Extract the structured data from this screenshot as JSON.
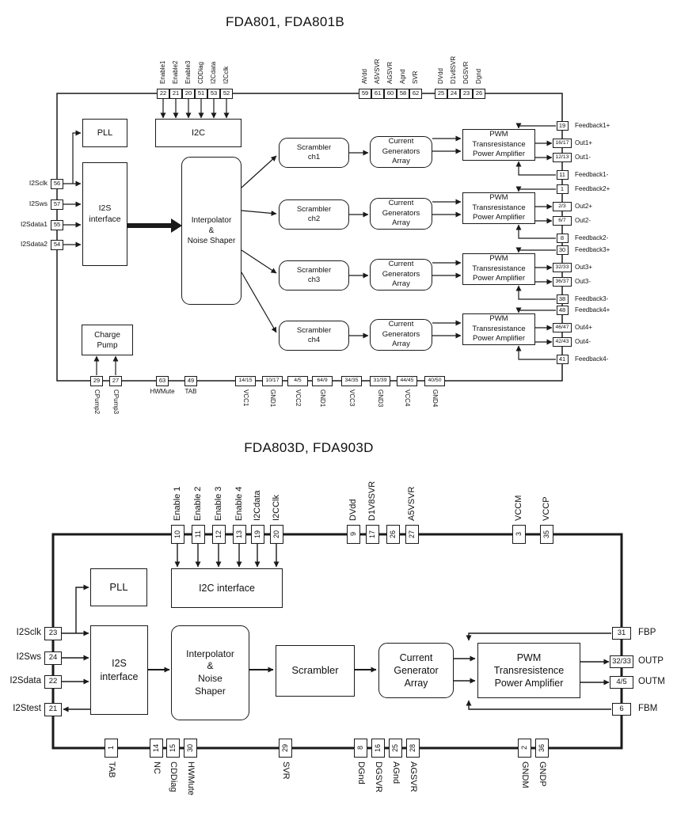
{
  "diagram1": {
    "title": "FDA801, FDA801B",
    "blocks": {
      "pll": "PLL",
      "i2c": "I2C",
      "i2s": [
        "I2S",
        "interface"
      ],
      "interpolator": [
        "Interpolator",
        "&",
        "Noise Shaper"
      ],
      "charge_pump": [
        "Charge",
        "Pump"
      ],
      "scrambler": "Scrambler",
      "current": [
        "Current",
        "Generators",
        "Array"
      ],
      "pwm": [
        "PWM",
        "Transresistance",
        "Power Amplifier"
      ]
    },
    "channels": [
      "ch1",
      "ch2",
      "ch3",
      "ch4"
    ],
    "top_pins": [
      {
        "num": "22",
        "label": "Enable1"
      },
      {
        "num": "21",
        "label": "Enable2"
      },
      {
        "num": "20",
        "label": "Enable3"
      },
      {
        "num": "51",
        "label": "CDDiag"
      },
      {
        "num": "53",
        "label": "I2Cdata"
      },
      {
        "num": "52",
        "label": "I2Cclk"
      },
      {
        "num": "59",
        "label": "AVdd"
      },
      {
        "num": "61",
        "label": "A5VSVR"
      },
      {
        "num": "60",
        "label": "AGSVR"
      },
      {
        "num": "58",
        "label": "Agnd"
      },
      {
        "num": "62",
        "label": "SVR"
      },
      {
        "num": "25",
        "label": "DVdd"
      },
      {
        "num": "24",
        "label": "D1v8SVR"
      },
      {
        "num": "23",
        "label": "DGSVR"
      },
      {
        "num": "26",
        "label": "Dgnd"
      }
    ],
    "left_pins": [
      {
        "num": "56",
        "label": "I2Sclk"
      },
      {
        "num": "57",
        "label": "I2Sws"
      },
      {
        "num": "55",
        "label": "I2Sdata1"
      },
      {
        "num": "54",
        "label": "I2Sdata2"
      }
    ],
    "right_pins": [
      {
        "num": "19",
        "label": "Feedback1+"
      },
      {
        "num": "16/17",
        "label": "Out1+"
      },
      {
        "num": "12/13",
        "label": "Out1-"
      },
      {
        "num": "11",
        "label": "Feedback1-"
      },
      {
        "num": "1",
        "label": "Feedback2+"
      },
      {
        "num": "2/3",
        "label": "Out2+"
      },
      {
        "num": "6/7",
        "label": "Out2-"
      },
      {
        "num": "8",
        "label": "Feedback2-"
      },
      {
        "num": "30",
        "label": "Feedback3+"
      },
      {
        "num": "32/33",
        "label": "Out3+"
      },
      {
        "num": "36/37",
        "label": "Out3-"
      },
      {
        "num": "38",
        "label": "Feedback3-"
      },
      {
        "num": "48",
        "label": "Feedback4+"
      },
      {
        "num": "46/47",
        "label": "Out4+"
      },
      {
        "num": "42/43",
        "label": "Out4-"
      },
      {
        "num": "41",
        "label": "Feedback4-"
      }
    ],
    "bottom_pins": [
      {
        "num": "29",
        "label": "CPump2"
      },
      {
        "num": "27",
        "label": "CPump3"
      },
      {
        "num": "63",
        "label": "HWMute"
      },
      {
        "num": "49",
        "label": "TAB"
      },
      {
        "num": "14/15",
        "label": "VCC1"
      },
      {
        "num": "10/17",
        "label": "GND1"
      },
      {
        "num": "4/5",
        "label": "VCC2"
      },
      {
        "num": "64/9",
        "label": "GND1"
      },
      {
        "num": "34/35",
        "label": "VCC3"
      },
      {
        "num": "31/39",
        "label": "GND3"
      },
      {
        "num": "44/45",
        "label": "VCC4"
      },
      {
        "num": "40/50",
        "label": "GND4"
      }
    ]
  },
  "diagram2": {
    "title": "FDA803D, FDA903D",
    "blocks": {
      "pll": "PLL",
      "i2c": "I2C interface",
      "i2s": [
        "I2S",
        "interface"
      ],
      "interpolator": [
        "Interpolator",
        "&",
        "Noise",
        "Shaper"
      ],
      "scrambler": "Scrambler",
      "current": [
        "Current",
        "Generator",
        "Array"
      ],
      "pwm": [
        "PWM",
        "Transresistence",
        "Power Amplifier"
      ]
    },
    "top_pins": [
      {
        "num": "10",
        "label": "Enable 1"
      },
      {
        "num": "11",
        "label": "Enable 2"
      },
      {
        "num": "12",
        "label": "Enable 3"
      },
      {
        "num": "13",
        "label": "Enable 4"
      },
      {
        "num": "19",
        "label": "I2Cdata"
      },
      {
        "num": "20",
        "label": "I2CClk"
      },
      {
        "num": "9",
        "label": "DVdd"
      },
      {
        "num": "17",
        "label": "D1V8SVR"
      },
      {
        "num": "26",
        "label": ""
      },
      {
        "num": "27",
        "label": "A5VSVR"
      },
      {
        "num": "3",
        "label": "VCCM"
      },
      {
        "num": "35",
        "label": "VCCP"
      }
    ],
    "left_pins": [
      {
        "num": "23",
        "label": "I2Sclk"
      },
      {
        "num": "24",
        "label": "I2Sws"
      },
      {
        "num": "22",
        "label": "I2Sdata"
      },
      {
        "num": "21",
        "label": "I2Stest"
      }
    ],
    "right_pins": [
      {
        "num": "31",
        "label": "FBP"
      },
      {
        "num": "32/33",
        "label": "OUTP"
      },
      {
        "num": "4/5",
        "label": "OUTM"
      },
      {
        "num": "6",
        "label": "FBM"
      }
    ],
    "bottom_pins": [
      {
        "num": "1",
        "label": "TAB"
      },
      {
        "num": "14",
        "label": "NC"
      },
      {
        "num": "15",
        "label": "CDDiag"
      },
      {
        "num": "30",
        "label": "HWMute"
      },
      {
        "num": "29",
        "label": "SVR"
      },
      {
        "num": "8",
        "label": "DGnd"
      },
      {
        "num": "16",
        "label": "DGSVR"
      },
      {
        "num": "25",
        "label": "AGnd"
      },
      {
        "num": "28",
        "label": "AGSVR"
      },
      {
        "num": "2",
        "label": "GNDM"
      },
      {
        "num": "36",
        "label": "GNDP"
      }
    ]
  }
}
